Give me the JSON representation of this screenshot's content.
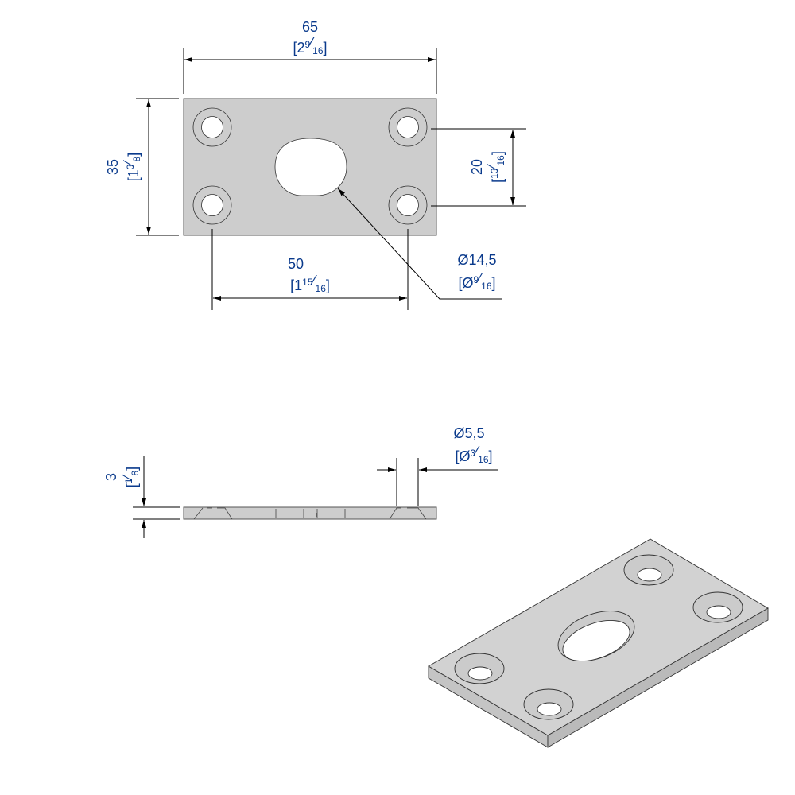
{
  "top_view": {
    "width": {
      "mm": "65",
      "open": "[",
      "whole": "2",
      "num": "9",
      "den": "16",
      "close": "]"
    },
    "height": {
      "mm": "35",
      "open": "[",
      "whole": "1",
      "num": "3",
      "den": "8",
      "close": "]"
    },
    "hole_spacing_v": {
      "mm": "20",
      "open": "[",
      "whole": "",
      "num": "13",
      "den": "16",
      "close": "]"
    },
    "hole_spacing_h": {
      "mm": "50",
      "open": "[",
      "whole": "1",
      "num": "15",
      "den": "16",
      "close": "]"
    },
    "slot_diameter": {
      "mm": "Ø14,5",
      "open": "[Ø",
      "whole": "",
      "num": "9",
      "den": "16",
      "close": "]"
    }
  },
  "side_view": {
    "thickness": {
      "mm": "3",
      "open": "[",
      "whole": "",
      "num": "1",
      "den": "8",
      "close": "]"
    },
    "hole_diameter": {
      "mm": "Ø5,5",
      "open": "[Ø",
      "whole": "",
      "num": "3",
      "den": "16",
      "close": "]"
    }
  },
  "colors": {
    "dimension_text": "#0a3a8c",
    "plate": "#cdcdcd"
  }
}
